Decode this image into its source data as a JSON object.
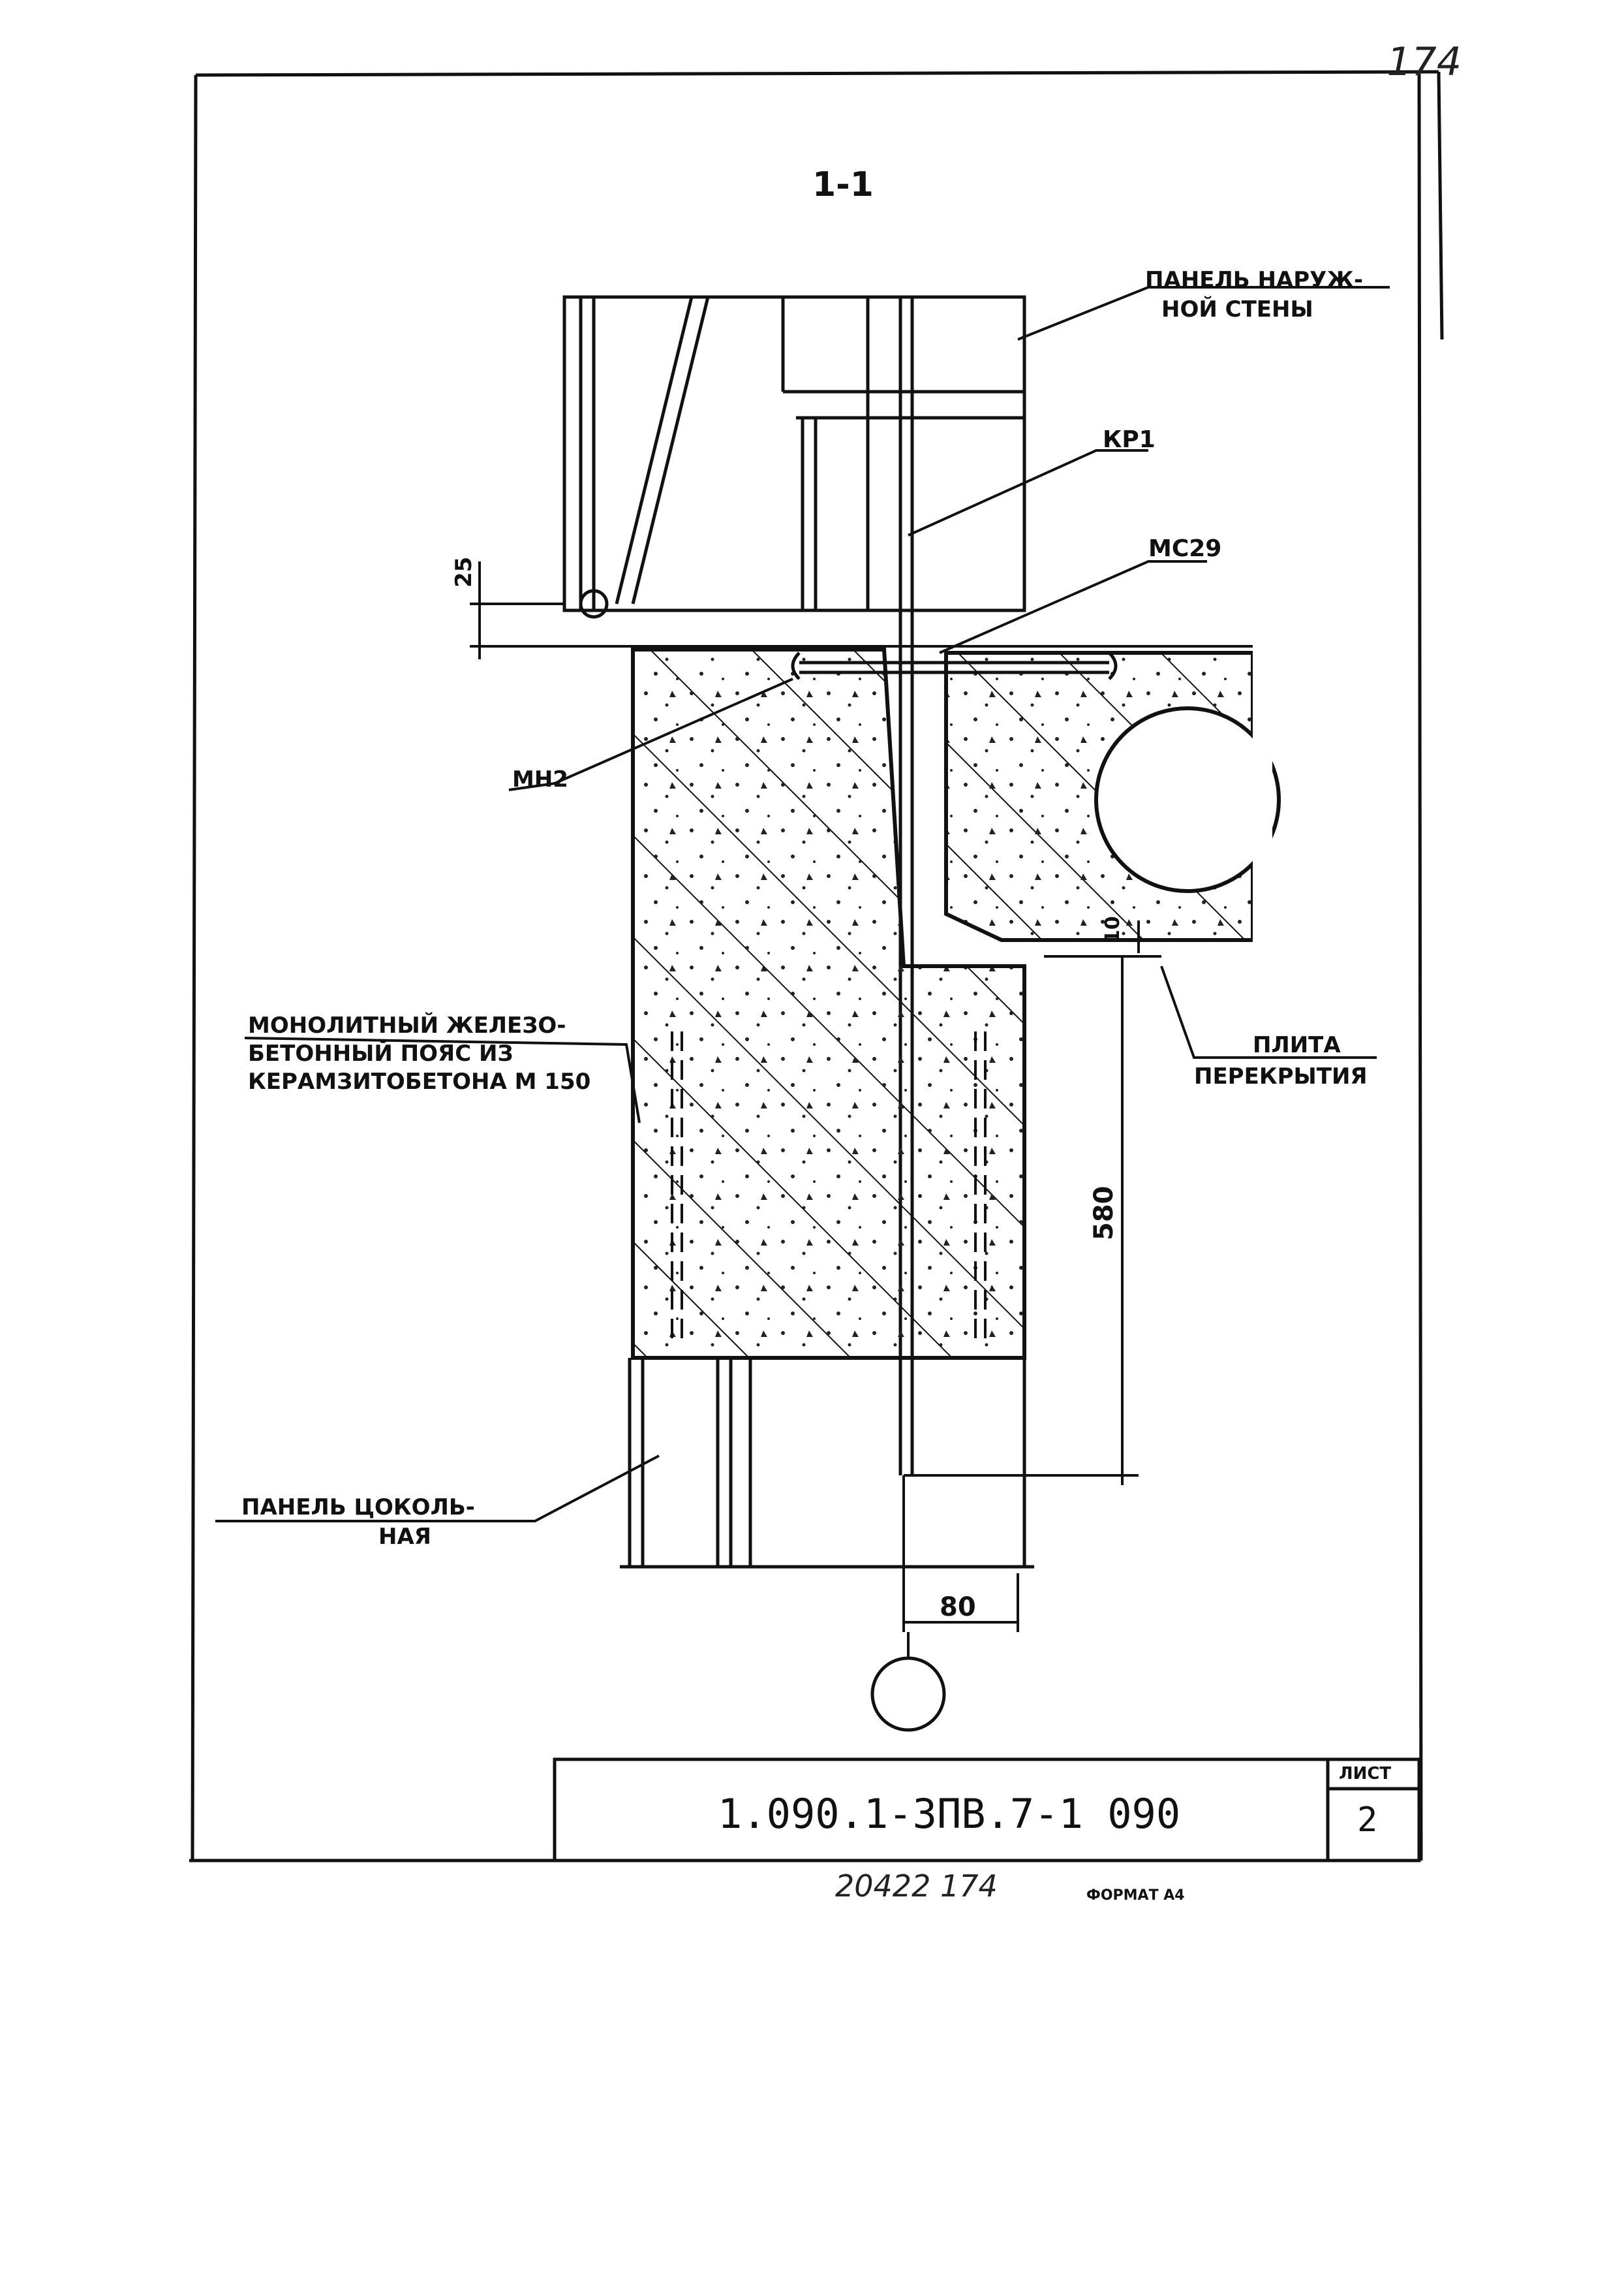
{
  "sheet": {
    "page_number_handwritten": "174",
    "section_label": "1-1",
    "labels": {
      "outer_wall_panel_line1": "ПАНЕЛЬ НАРУЖ-",
      "outer_wall_panel_line2": "НОЙ СТЕНЫ",
      "kr1": "КР1",
      "mc29": "МС29",
      "mn2": "МН2",
      "belt_line1": "МОНОЛИТНЫЙ ЖЕЛЕЗО-",
      "belt_line2": "БЕТОННЫЙ ПОЯС ИЗ",
      "belt_line3": "КЕРАМЗИТОБЕТОНА М 150",
      "slab_line1": "ПЛИТА",
      "slab_line2": "ПЕРЕКРЫТИЯ",
      "plinth_panel_line1": "ПАНЕЛЬ ЦОКОЛЬ-",
      "plinth_panel_line2": "НАЯ"
    },
    "dimensions": {
      "d25": "25",
      "d10": "10",
      "d580": "580",
      "d80": "80"
    }
  },
  "title_block": {
    "document_code": "1.090.1-3ПВ.7-1   090",
    "sheet_label": "ЛИСТ",
    "sheet_number": "2"
  },
  "footer": {
    "inventory_handwritten": "20422  174",
    "format_label": "ФОРМАТ А4"
  }
}
